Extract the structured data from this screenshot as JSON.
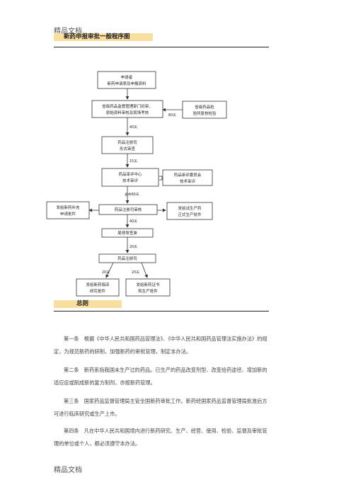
{
  "header": {
    "label": "精品文档"
  },
  "title": "新药申报审批一般程序图",
  "flowchart": {
    "nodes": {
      "applicant": [
        "申请者",
        "新药申请表及申报资料"
      ],
      "provincial": [
        "省级药品监督管理部门初审、",
        "原始资料审核及现场考核"
      ],
      "inspection": [
        "省级药品检",
        "验所复核检验"
      ],
      "registrar_format": [
        "药品注册司",
        "形式审查"
      ],
      "review_center": [
        "药品审评中心",
        "技术审评"
      ],
      "committee": [
        "药品审评委员会",
        "技术审评"
      ],
      "registrar_review": [
        "药品注册司审核"
      ],
      "supplement": [
        "发给新药补充",
        "申请批件"
      ],
      "production": [
        "发给试生产药",
        "正式生产批件"
      ],
      "director": [
        "局领导签准"
      ],
      "registrar": [
        "药品注册司"
      ],
      "clinical": [
        "发给新药临床",
        "研究批件"
      ],
      "certificate": [
        "发给新药证书",
        "和生产批件"
      ]
    },
    "labels": {
      "d60": "60天",
      "d40a": "40天",
      "d15": "15天",
      "d60b": "总共60天",
      "d40b": "40天",
      "d20a": "20天",
      "d20b": "20天",
      "d20c": "20天"
    }
  },
  "section_title": "总则",
  "articles": [
    "第一条　根据《中华人民共和国药品管理法》、《中华人民共和国药品管理法实施办法》的规定，为规范新药的研制，加强新药的审批管理，制定本办法。",
    "第二条　新药系指我国未生产过的药品。已生产的药品改变剂型、改变给药途径、增加新的适应症或制成新的复方制剂，亦按新药管理。",
    "第三条　国家药品监督管理局主管全国新药审批工作。新药经国家药品监督管理局批准后方可进行临床研究或生产上市。",
    "第四条　凡在中华人民共和国境内进行新药研究、生产、经营、使用、检验、监督及审批管理的单位或个人，都必须遵守本办法。"
  ],
  "footer": {
    "label": "精品文档"
  }
}
